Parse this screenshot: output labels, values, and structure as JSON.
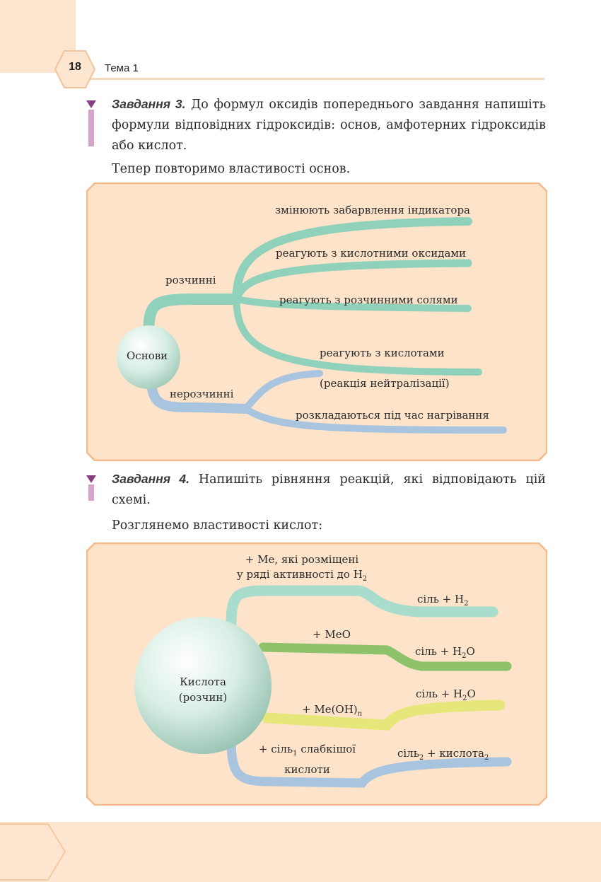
{
  "header": {
    "page_number": "18",
    "topic": "Тема 1"
  },
  "task3": {
    "label": "Завдання 3.",
    "text": "До формул оксидів попереднього завдання напишіть формули відповідних гідроксидів: основ, амфотерних гідроксидів або кислот."
  },
  "intro_bases": "Тепер повторимо властивості основ.",
  "bases_diagram": {
    "center": "Основи",
    "soluble": "розчинні",
    "insoluble": "нерозчинні",
    "p1": "змінюють забарвлення індикатора",
    "p2": "реагують з кислотними оксидами",
    "p3": "реагують з розчинними солями",
    "p4": "реагують з кислотами",
    "p4b": "(реакція нейтралізації)",
    "p5": "розкладаються під час нагрівання"
  },
  "task4": {
    "label": "Завдання 4.",
    "text": "Напишіть рівняння реакцій, які відповідають цій схемі."
  },
  "intro_acids": "Розглянемо властивості кислот:",
  "acids_diagram": {
    "center_line1": "Кислота",
    "center_line2": "(розчин)",
    "me_line1": "+ Ме, які розміщені",
    "me_line2": "у ряді активності до H",
    "me_sub": "2",
    "r1": "сіль + H",
    "r1_sub": "2",
    "meo": "+ MeO",
    "r2": "сіль + H",
    "r2_sub": "2",
    "r2_tail": "O",
    "r3": "сіль + H",
    "r3_sub": "2",
    "r3_tail": "O",
    "meoh": "+ Me(OH)",
    "meoh_sub": "n",
    "salt_line1a": "+ сіль",
    "salt_line1_sub": "1",
    "salt_line1b": " слабкішої",
    "salt_line2": "кислоти",
    "r4a": "сіль",
    "r4_sub1": "2",
    "r4b": " + кислота",
    "r4_sub2": "2"
  },
  "colors": {
    "panel_fill": "#fde3c9",
    "panel_border": "#f5b98a",
    "teal": "#8fd1bb",
    "blue": "#a9c4de",
    "green": "#8dc26a",
    "yellow": "#e6e77a",
    "task_bar": "#d7a3c8"
  }
}
